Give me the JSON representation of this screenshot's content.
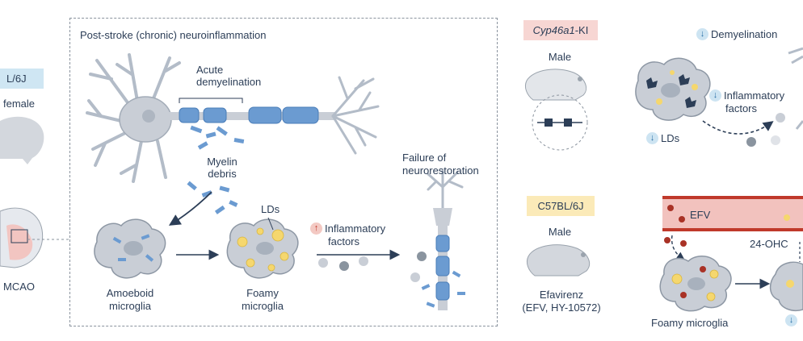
{
  "left_panel": {
    "strain_partial": "L/6J",
    "sex_partial": "female",
    "procedure_partial": "MCAO"
  },
  "middle_panel": {
    "title": "Post-stroke (chronic) neuroinflammation",
    "acute_demyelination": [
      "Acute",
      "demyelination"
    ],
    "myelin_debris": [
      "Myelin",
      "debris"
    ],
    "lds": "LDs",
    "inflammatory_factors": [
      "Inflammatory",
      "factors"
    ],
    "failure": [
      "Failure of",
      "neurorestoration"
    ],
    "amoeboid_microglia": [
      "Amoeboid",
      "microglia"
    ],
    "foamy_microglia": [
      "Foamy",
      "microglia"
    ]
  },
  "right_panel": {
    "ki_tag_italic": "Cyp46a1",
    "ki_tag_suffix": "-KI",
    "ki_sex": "Male",
    "wt_tag": "C57BL/6J",
    "wt_sex": "Male",
    "drug": [
      "Efavirenz",
      "(EFV, HY-10572)"
    ],
    "demyelination": "Demyelination",
    "inflammatory_factors": [
      "Inflammatory",
      "factors"
    ],
    "lds": "LDs",
    "efv": "EFV",
    "oxysterol": "24-OHC",
    "foamy_microglia": "Foamy microglia"
  },
  "icons": [
    "up-arrow-icon",
    "down-arrow-icon",
    "neuron-icon",
    "microglia-icon",
    "mouse-icon",
    "brain-icon",
    "blood-vessel-icon"
  ],
  "colors": {
    "ink": "#2c3e57",
    "myelin": "#6b9bd1",
    "cell_gray": "#c9ced6",
    "lipid_yellow": "#f5d76e",
    "vessel_red": "#e89a94",
    "tag_blue": "#cfe6f3",
    "tag_pink": "#f7d6d3",
    "tag_yellow": "#fbeab8"
  }
}
